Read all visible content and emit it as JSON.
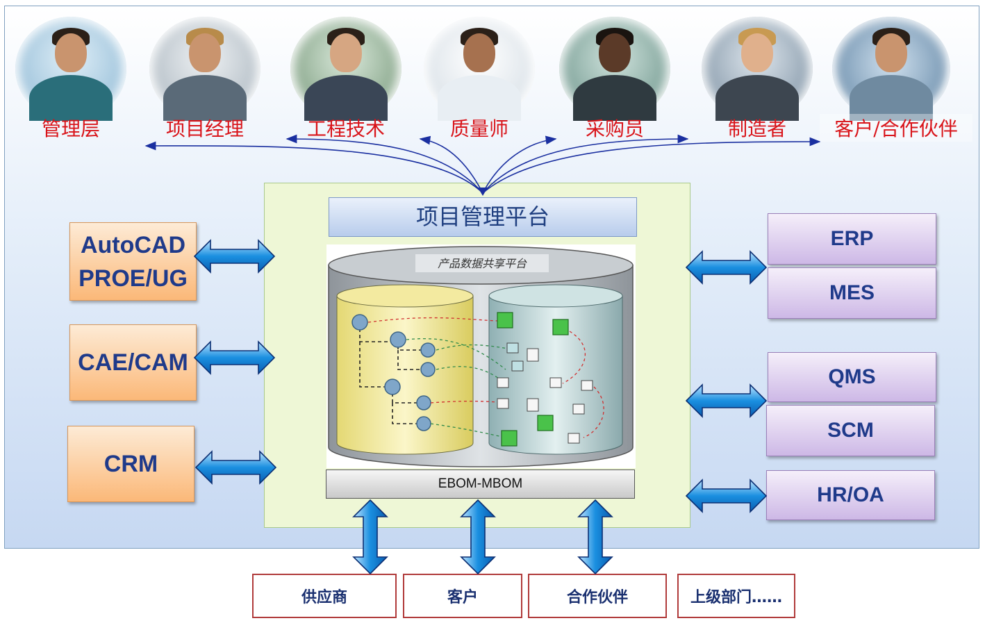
{
  "roles": [
    {
      "label": "管理层",
      "icon": "manager-photo-icon",
      "shirt": "#2a6e7a"
    },
    {
      "label": "项目经理",
      "icon": "project-manager-photo-icon",
      "shirt": "#5a6a78"
    },
    {
      "label": "工程技术",
      "icon": "engineer-photo-icon",
      "shirt": "#3a4656"
    },
    {
      "label": "质量师",
      "icon": "quality-engineer-photo-icon",
      "shirt": "#e8eef3"
    },
    {
      "label": "采购员",
      "icon": "purchaser-photo-icon",
      "shirt": "#2f3a40"
    },
    {
      "label": "制造者",
      "icon": "manufacturer-photo-icon",
      "shirt": "#3d4650"
    },
    {
      "label": "客户/合作伙伴",
      "icon": "customer-partner-photo-icon",
      "shirt": "#6f8aa0"
    }
  ],
  "platform": {
    "title": "项目管理平台",
    "db_title": "产品数据共享平台",
    "ebom": "EBOM-MBOM"
  },
  "left_systems": [
    {
      "label": "AutoCAD\nPROE/UG"
    },
    {
      "label": "CAE/CAM"
    },
    {
      "label": "CRM"
    }
  ],
  "right_systems": [
    {
      "label": "ERP"
    },
    {
      "label": "MES"
    },
    {
      "label": "QMS"
    },
    {
      "label": "SCM"
    },
    {
      "label": "HR/OA"
    }
  ],
  "external_parties": [
    {
      "label": "供应商"
    },
    {
      "label": "客户"
    },
    {
      "label": "合作伙伴"
    },
    {
      "label": "上级部门……"
    }
  ],
  "colors": {
    "role_text": "#d9141a",
    "arrow_fill": "#1a8fe0",
    "arrow_stroke": "#0b2f73",
    "system_text": "#1f3a8a",
    "connector": "#1a2fa0"
  }
}
